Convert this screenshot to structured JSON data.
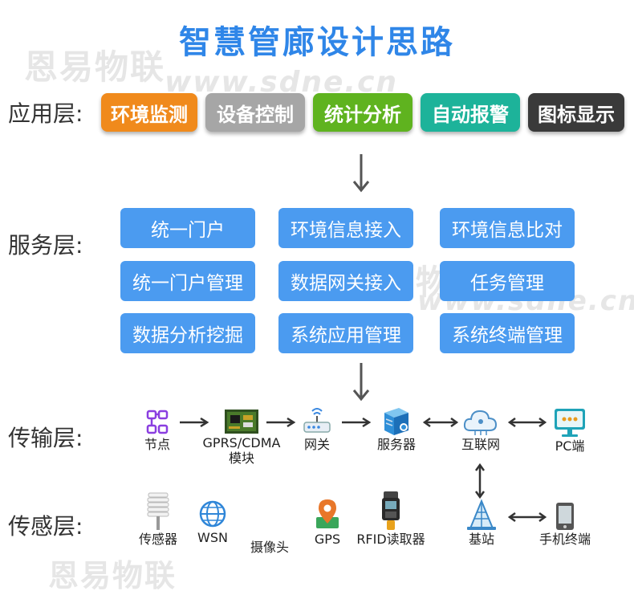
{
  "title": "智慧管廊设计思路",
  "watermarks": [
    "恩易物联",
    "www.sdne.cn",
    "恩易物联",
    "www.sdne.cn",
    "恩易物联"
  ],
  "layers": {
    "application": "应用层:",
    "service": "服务层:",
    "transport": "传输层:",
    "sensing": "传感层:"
  },
  "application_items": [
    {
      "label": "环境监测",
      "color": "#f08a1c"
    },
    {
      "label": "设备控制",
      "color": "#a6a6a6"
    },
    {
      "label": "统计分析",
      "color": "#5fb31f"
    },
    {
      "label": "自动报警",
      "color": "#1db39a"
    },
    {
      "label": "图标显示",
      "color": "#3a3a3a"
    }
  ],
  "service_items": [
    "统一门户",
    "环境信息接入",
    "环境信息比对",
    "统一门户管理",
    "数据网关接入",
    "任务管理",
    "数据分析挖掘",
    "系统应用管理",
    "系统终端管理"
  ],
  "transport_nodes": [
    {
      "label": "节点",
      "icon": "node-icon"
    },
    {
      "label": "GPRS/CDMA",
      "label2": "模块",
      "icon": "module-chip-icon"
    },
    {
      "label": "网关",
      "icon": "router-icon"
    },
    {
      "label": "服务器",
      "icon": "server-icon"
    },
    {
      "label": "互联网",
      "icon": "cloud-icon"
    },
    {
      "label": "PC端",
      "icon": "monitor-icon"
    }
  ],
  "sensing_nodes": [
    {
      "label": "传感器",
      "icon": "sensor-shelter-icon"
    },
    {
      "label": "WSN",
      "icon": "globe-icon"
    },
    {
      "label": "摄像头",
      "icon": ""
    },
    {
      "label": "GPS",
      "icon": "map-pin-icon"
    },
    {
      "label": "RFID读取器",
      "icon": "rfid-scanner-icon"
    },
    {
      "label": "基站",
      "icon": "base-station-icon"
    },
    {
      "label": "手机终端",
      "icon": "phone-icon"
    }
  ]
}
